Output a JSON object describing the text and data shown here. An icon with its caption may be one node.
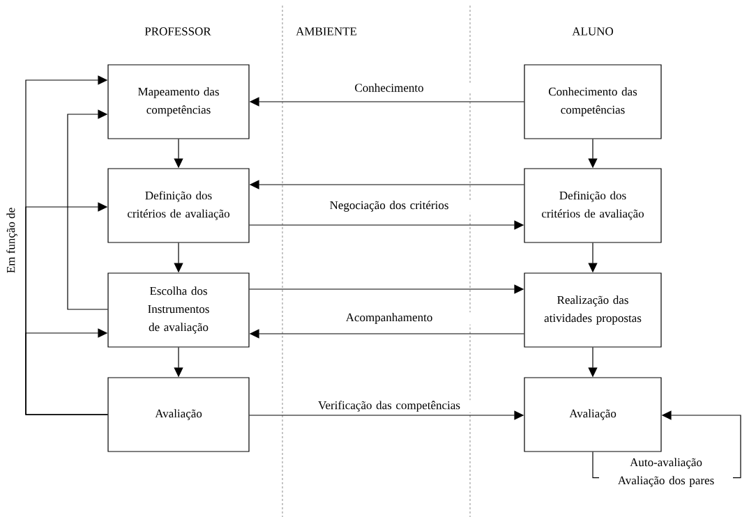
{
  "diagram": {
    "nodes": [
      {
        "text": [
          "Mapeamento das competências"
        ]
      },
      {
        "text": [
          "Definição dos critérios de avaliação"
        ]
      },
      {
        "text": [
          "Escolha dos Instrumentos de avaliação"
        ]
      },
      {
        "text": [
          "Avaliação"
        ]
      },
      {
        "text": [
          "Conhecimento das competências"
        ]
      },
      {
        "text": [
          "Definição dos critérios de avaliação"
        ]
      },
      {
        "text": [
          "Realização das atividades propostas"
        ]
      },
      {
        "text": [
          "Avaliação"
        ]
      }
    ],
    "edges": [
      {
        "from": 0,
        "to": 1,
        "arrow": "to"
      },
      {
        "from": 1,
        "to": 2,
        "arrow": "to"
      },
      {
        "from": 2,
        "to": 3,
        "arrow": "to"
      },
      {
        "from": 4,
        "to": 5,
        "arrow": "to"
      },
      {
        "from": 5,
        "to": 6,
        "arrow": "to"
      },
      {
        "from": 6,
        "to": 7,
        "arrow": "to"
      },
      {
        "from": 4,
        "to": 0,
        "arrow": "to",
        "label": "Conhecimento"
      },
      {
        "from": 5,
        "to": 1,
        "arrow": "to"
      },
      {
        "from": 1,
        "to": 5,
        "arrow": "to",
        "label": "Negociação dos critérios"
      },
      {
        "from": 2,
        "to": 6,
        "arrow": "to"
      },
      {
        "from": 6,
        "to": 2,
        "arrow": "to",
        "label": "Acompanhamento"
      },
      {
        "from": 3,
        "to": 7,
        "arrow": "to",
        "label": "Verificação das competências"
      },
      {
        "from": 7,
        "to": 7,
        "arrow": "to",
        "label": "Auto-avaliação Avaliação dos pares"
      },
      {
        "from": 3,
        "to": 0,
        "arrow": "to"
      },
      {
        "from": 3,
        "to": 1,
        "arrow": "to"
      },
      {
        "from": 3,
        "to": 2,
        "arrow": "to"
      },
      {
        "from": 2,
        "to": 0,
        "arrow": "to"
      }
    ],
    "labels": [
      "PROFESSOR",
      "AMBIENTE",
      "ALUNO",
      "Em função de"
    ]
  }
}
